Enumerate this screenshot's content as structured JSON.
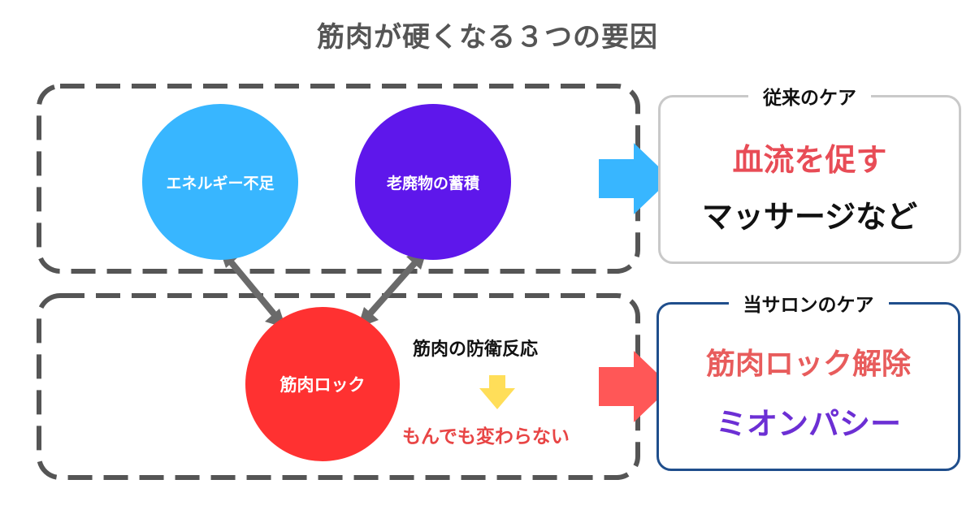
{
  "title": "筋肉が硬くなる３つの要因",
  "circles": {
    "energy": "エネルギー不足",
    "waste": "老廃物の蓄積",
    "lock": "筋肉ロック"
  },
  "defense_label": "筋肉の防衛反応",
  "no_change_label": "もんでも変わらない",
  "traditional_care": {
    "heading": "従来のケア",
    "line1": "血流を促す",
    "line2": "マッサージなど"
  },
  "salon_care": {
    "heading": "当サロンのケア",
    "line1": "筋肉ロック解除",
    "line2": "ミオンパシー"
  },
  "colors": {
    "energy_circle": "#38b6ff",
    "waste_circle": "#5e17eb",
    "lock_circle": "#ff3131",
    "arrow_blue": "#38b6ff",
    "arrow_red": "#ff5757",
    "arrow_yellow": "#ffde59",
    "dashed_border": "#555555"
  }
}
